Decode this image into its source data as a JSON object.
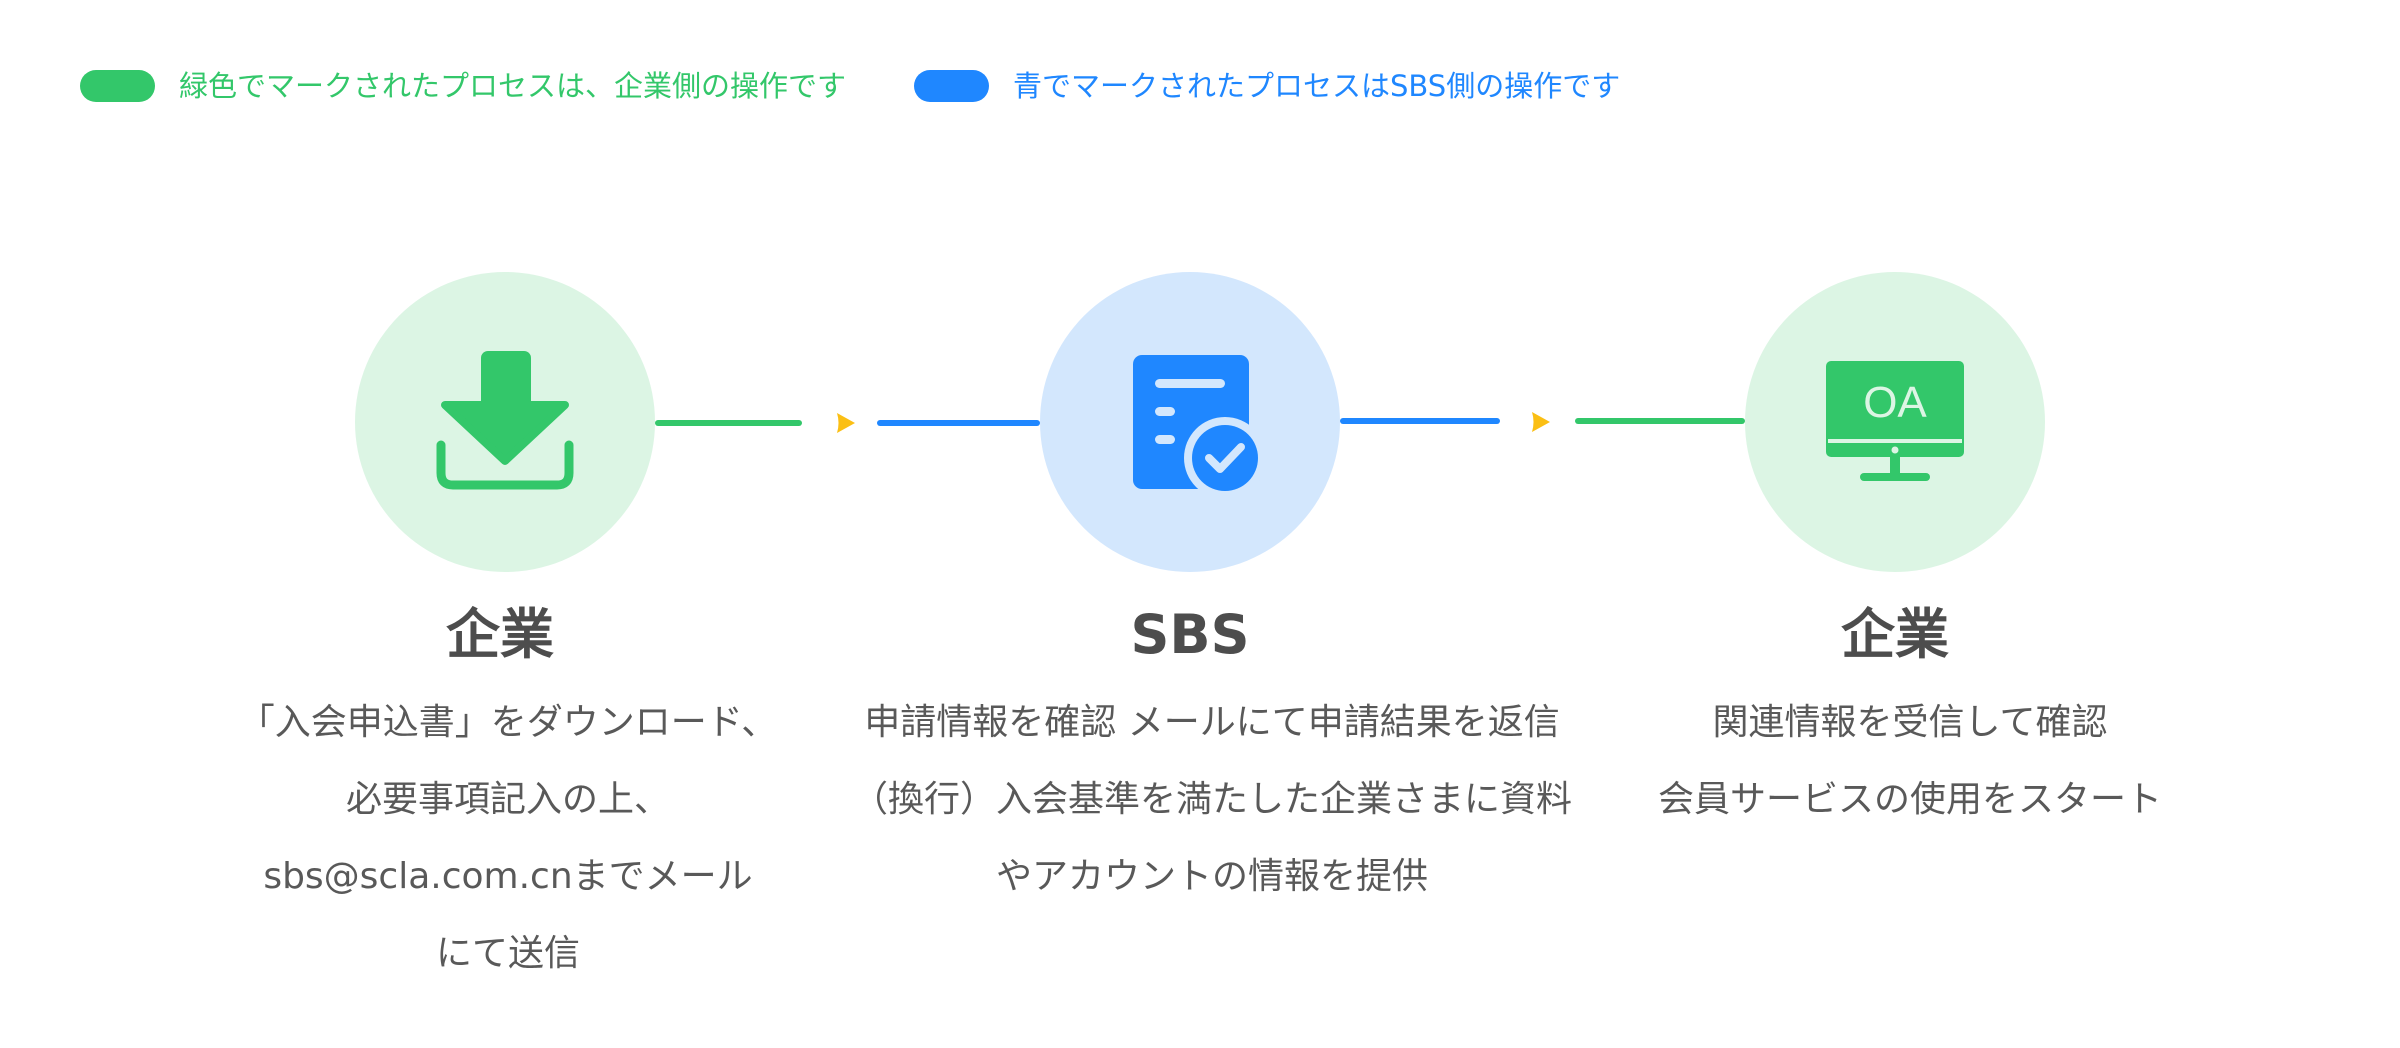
{
  "legend": {
    "company": {
      "text": "緑色でマークされたプロセスは、企業側の操作です",
      "color": "#33c76a"
    },
    "sbs": {
      "text": "青でマークされたプロセスはSBS側の操作です",
      "color": "#1f87ff"
    }
  },
  "colors": {
    "green": "#33c76a",
    "green_light": "#dcf5e4",
    "blue": "#1f87ff",
    "blue_light": "#d3e7fd",
    "arrow": "#fbbf14",
    "title_text": "#4d4d4d",
    "body_text": "#595959"
  },
  "steps": [
    {
      "icon": "download-icon",
      "title": "企業",
      "lines": [
        "「入会申込書」をダウンロード、",
        "必要事項記入の上、",
        "sbs@scla.com.cnまでメール",
        "にて送信"
      ]
    },
    {
      "icon": "document-check-icon",
      "title": "SBS",
      "lines": [
        "申請情報を確認 メールにて申請結果を返信",
        "（換行）入会基準を満たした企業さまに資料",
        "やアカウントの情報を提供"
      ]
    },
    {
      "icon": "monitor-oa-icon",
      "title": "企業",
      "icon_label": "OA",
      "lines": [
        "関連情報を受信して確認",
        "会員サービスの使用をスタート"
      ]
    }
  ]
}
